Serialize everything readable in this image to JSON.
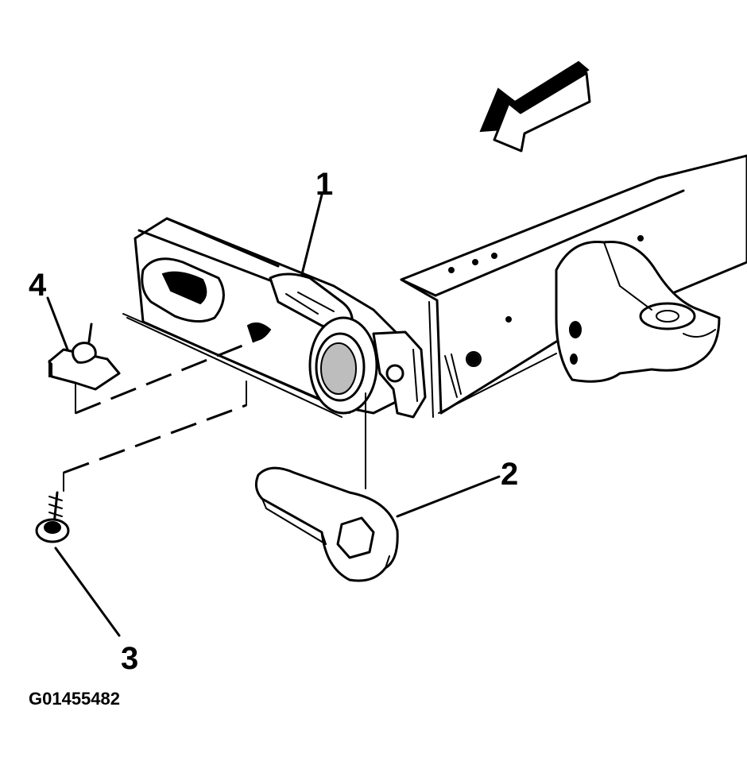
{
  "callouts": {
    "one": "1",
    "two": "2",
    "three": "3",
    "four": "4"
  },
  "figure_id": "G01455482"
}
